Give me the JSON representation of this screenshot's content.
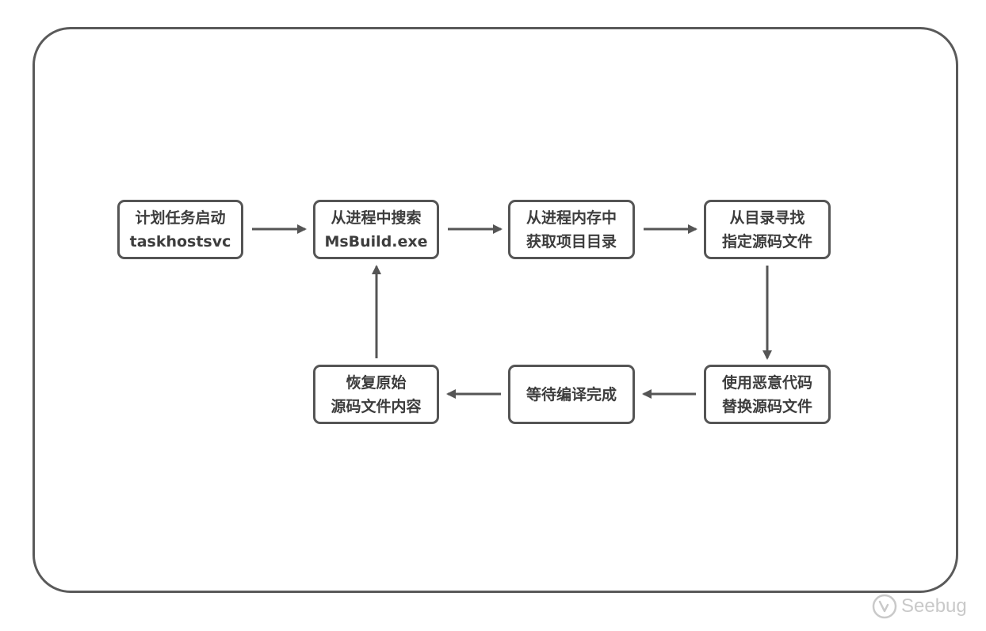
{
  "nodes": {
    "n1": {
      "line1": "计划任务启动",
      "line2": "taskhostsvc"
    },
    "n2": {
      "line1": "从进程中搜索",
      "line2": "MsBuild.exe"
    },
    "n3": {
      "line1": "从进程内存中",
      "line2": "获取项目目录"
    },
    "n4": {
      "line1": "从目录寻找",
      "line2": "指定源码文件"
    },
    "n5": {
      "line1": "使用恶意代码",
      "line2": "替换源码文件"
    },
    "n6": {
      "line1": "等待编译完成"
    },
    "n7": {
      "line1": "恢复原始",
      "line2": "源码文件内容"
    }
  },
  "edges": [
    {
      "from": "n1",
      "to": "n2"
    },
    {
      "from": "n2",
      "to": "n3"
    },
    {
      "from": "n3",
      "to": "n4"
    },
    {
      "from": "n4",
      "to": "n5"
    },
    {
      "from": "n5",
      "to": "n6"
    },
    {
      "from": "n6",
      "to": "n7"
    },
    {
      "from": "n7",
      "to": "n2"
    }
  ],
  "watermark": {
    "text": "Seebug",
    "icon": "seebug-logo-icon"
  },
  "colors": {
    "stroke": "#555555",
    "text": "#3d3d3d",
    "watermark": "#c9c9c9"
  }
}
